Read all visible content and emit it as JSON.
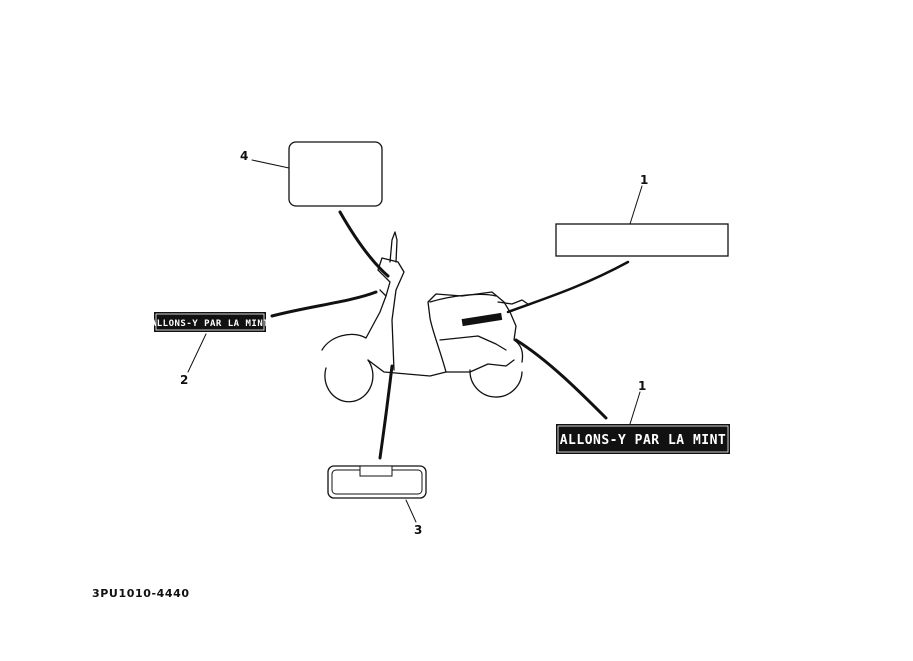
{
  "callouts": {
    "label_4": "4",
    "label_1_top": "1",
    "label_2": "2",
    "label_1_bottom": "1",
    "label_3": "3"
  },
  "decals": {
    "side_emblem_text": "ALLONS-Y PAR LA MINT",
    "front_emblem_text": "ALLONS-Y PAR LA MINT"
  },
  "footer": {
    "part_code": "3PU1010-4440"
  },
  "colors": {
    "ink": "#111111",
    "paper": "#ffffff"
  }
}
